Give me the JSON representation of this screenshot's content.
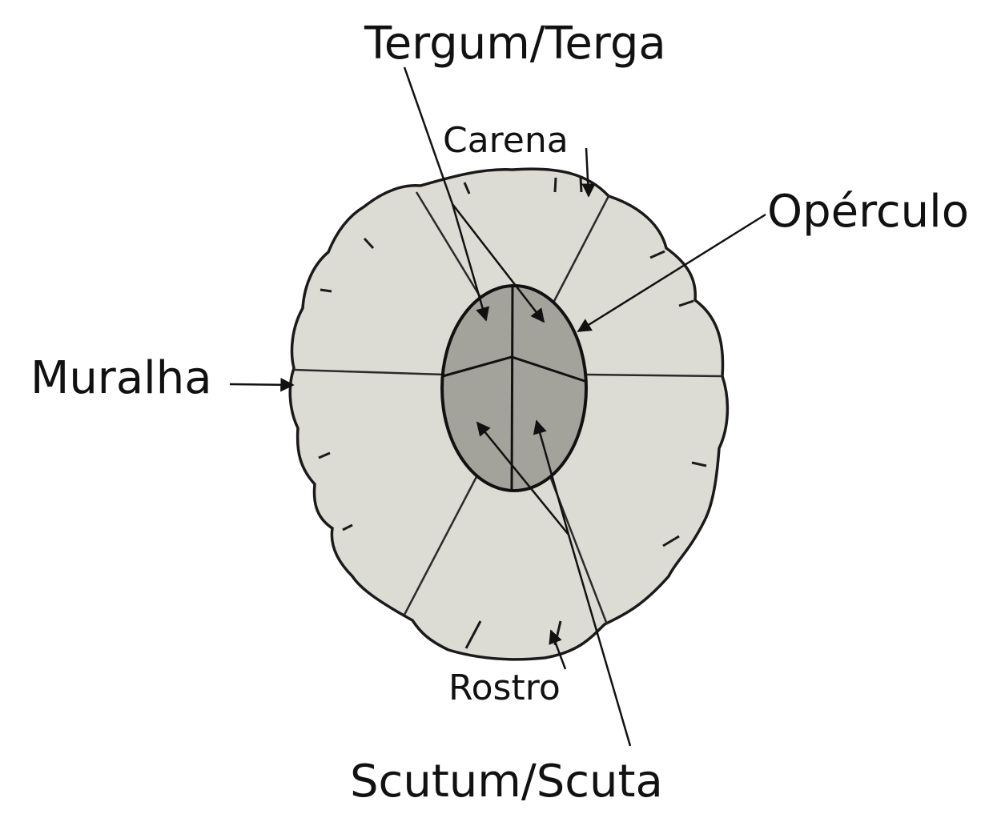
{
  "labels": {
    "tergum": "Tergum/Terga",
    "carena": "Carena",
    "operculo": "Opérculo",
    "muralha": "Muralha",
    "rostro": "Rostro",
    "scutum": "Scutum/Scuta"
  },
  "colors": {
    "wall_plates": "#dcdcd4",
    "operculum": "#a3a39b",
    "outline": "#111111"
  }
}
